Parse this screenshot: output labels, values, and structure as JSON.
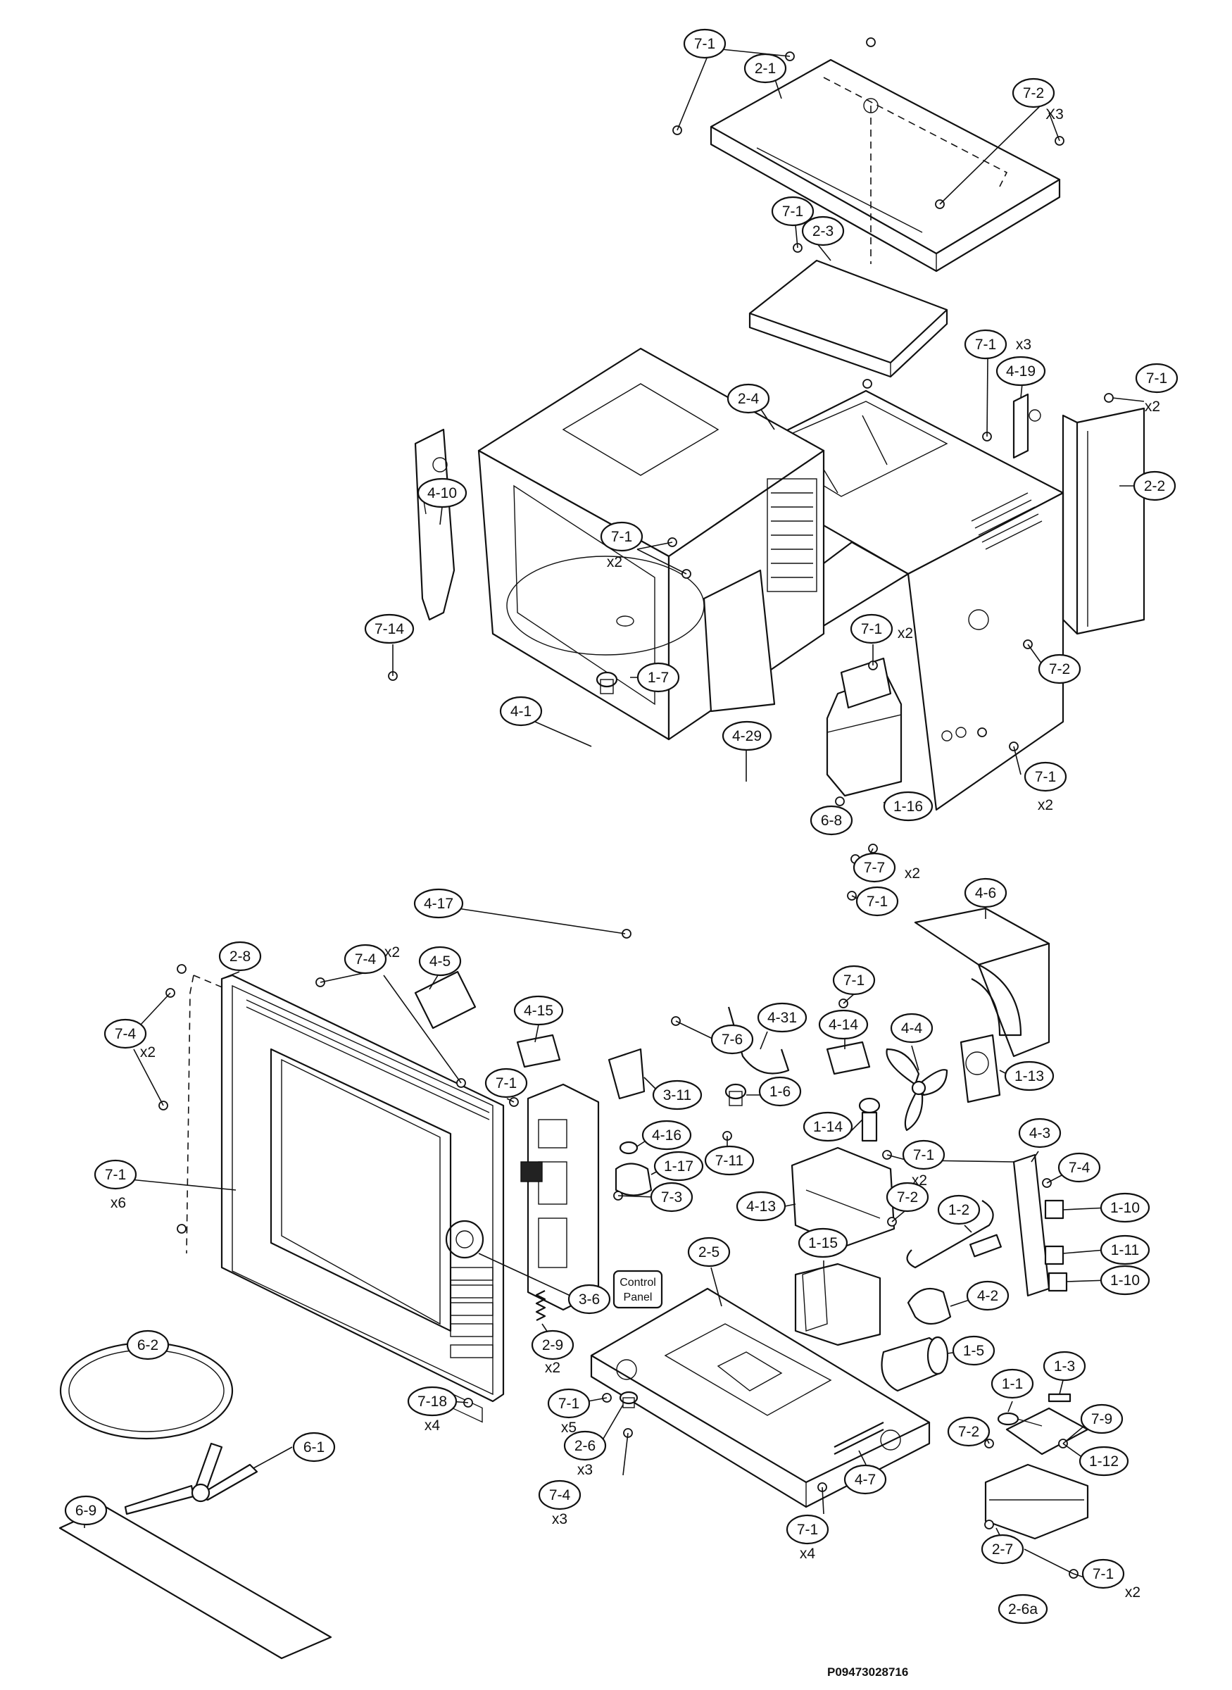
{
  "diagram": {
    "reference_code": "P09473028716",
    "control_panel_label_line1": "Control",
    "control_panel_label_line2": "Panel",
    "callouts": [
      {
        "id": "c01",
        "label": "7-1"
      },
      {
        "id": "c02",
        "label": "2-1"
      },
      {
        "id": "c03",
        "label": "7-2",
        "qty": "X3"
      },
      {
        "id": "c04",
        "label": "7-1"
      },
      {
        "id": "c05",
        "label": "2-3"
      },
      {
        "id": "c06",
        "label": "7-1",
        "qty": "x3"
      },
      {
        "id": "c07",
        "label": "4-19"
      },
      {
        "id": "c08",
        "label": "7-1",
        "qty": "x2"
      },
      {
        "id": "c09",
        "label": "2-4"
      },
      {
        "id": "c10",
        "label": "2-2"
      },
      {
        "id": "c11",
        "label": "7-1",
        "qty": "x2"
      },
      {
        "id": "c12",
        "label": "4-10"
      },
      {
        "id": "c13",
        "label": "7-14"
      },
      {
        "id": "c14",
        "label": "7-1",
        "qty": "x2"
      },
      {
        "id": "c15",
        "label": "7-2"
      },
      {
        "id": "c16",
        "label": "1-7"
      },
      {
        "id": "c17",
        "label": "4-1"
      },
      {
        "id": "c18",
        "label": "4-29"
      },
      {
        "id": "c19",
        "label": "6-8"
      },
      {
        "id": "c20",
        "label": "1-16"
      },
      {
        "id": "c21",
        "label": "7-1",
        "qty": "x2"
      },
      {
        "id": "c22",
        "label": "7-7",
        "qty": "x2"
      },
      {
        "id": "c23",
        "label": "7-1"
      },
      {
        "id": "c24",
        "label": "4-17"
      },
      {
        "id": "c25",
        "label": "4-6"
      },
      {
        "id": "c26",
        "label": "2-8"
      },
      {
        "id": "c27",
        "label": "7-4",
        "qty": "x2"
      },
      {
        "id": "c28",
        "label": "4-5"
      },
      {
        "id": "c29",
        "label": "7-4",
        "qty": "x2"
      },
      {
        "id": "c30",
        "label": "4-15"
      },
      {
        "id": "c31",
        "label": "7-6"
      },
      {
        "id": "c32",
        "label": "4-31"
      },
      {
        "id": "c33",
        "label": "4-14"
      },
      {
        "id": "c34",
        "label": "7-1"
      },
      {
        "id": "c35",
        "label": "4-4"
      },
      {
        "id": "c36",
        "label": "1-13"
      },
      {
        "id": "c37",
        "label": "7-1"
      },
      {
        "id": "c38",
        "label": "3-11"
      },
      {
        "id": "c39",
        "label": "1-6"
      },
      {
        "id": "c40",
        "label": "4-16"
      },
      {
        "id": "c41",
        "label": "1-14"
      },
      {
        "id": "c42",
        "label": "7-1",
        "qty": "x6"
      },
      {
        "id": "c43",
        "label": "1-17"
      },
      {
        "id": "c44",
        "label": "7-11"
      },
      {
        "id": "c45",
        "label": "7-1",
        "qty": "x2"
      },
      {
        "id": "c46",
        "label": "4-3"
      },
      {
        "id": "c47",
        "label": "7-3"
      },
      {
        "id": "c48",
        "label": "4-13"
      },
      {
        "id": "c49",
        "label": "7-4"
      },
      {
        "id": "c50",
        "label": "1-10"
      },
      {
        "id": "c51",
        "label": "7-2"
      },
      {
        "id": "c52",
        "label": "1-2"
      },
      {
        "id": "c53",
        "label": "1-11"
      },
      {
        "id": "c54",
        "label": "1-15"
      },
      {
        "id": "c55",
        "label": "2-5"
      },
      {
        "id": "c56",
        "label": "1-10"
      },
      {
        "id": "c57",
        "label": "4-2"
      },
      {
        "id": "c58",
        "label": "3-6"
      },
      {
        "id": "c59",
        "label": "1-5"
      },
      {
        "id": "c60",
        "label": "2-9",
        "qty": "x2"
      },
      {
        "id": "c61",
        "label": "6-2"
      },
      {
        "id": "c62",
        "label": "7-18",
        "qty": "x4"
      },
      {
        "id": "c63",
        "label": "7-1",
        "qty": "x5"
      },
      {
        "id": "c64",
        "label": "1-1"
      },
      {
        "id": "c65",
        "label": "1-3"
      },
      {
        "id": "c66",
        "label": "2-6",
        "qty": "x3"
      },
      {
        "id": "c67",
        "label": "7-2"
      },
      {
        "id": "c68",
        "label": "7-9"
      },
      {
        "id": "c69",
        "label": "6-1"
      },
      {
        "id": "c70",
        "label": "7-4",
        "qty": "x3"
      },
      {
        "id": "c71",
        "label": "6-9"
      },
      {
        "id": "c72",
        "label": "4-7"
      },
      {
        "id": "c73",
        "label": "1-12"
      },
      {
        "id": "c74",
        "label": "7-1",
        "qty": "x4"
      },
      {
        "id": "c75",
        "label": "2-7"
      },
      {
        "id": "c76",
        "label": "7-1",
        "qty": "x2"
      },
      {
        "id": "c77",
        "label": "2-6a"
      }
    ]
  }
}
